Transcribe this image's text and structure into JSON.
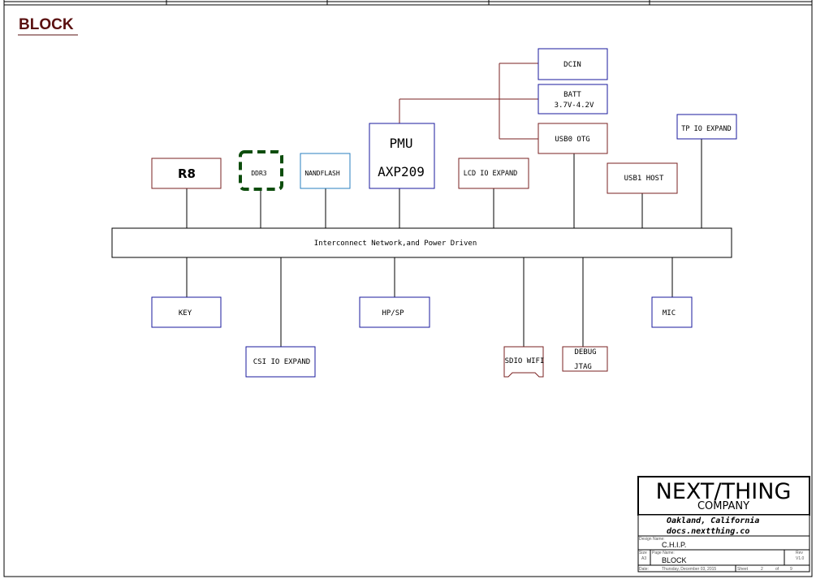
{
  "sheet": {
    "title": "BLOCK"
  },
  "blocks": {
    "r8": "R8",
    "ddr3": "DDR3",
    "nandflash": "NANDFLASH",
    "pmu_line1": "PMU",
    "pmu_line2": "AXP209",
    "lcd_io_expand": "LCD IO EXPAND",
    "dcin": "DCIN",
    "batt_line1": "BATT",
    "batt_line2": "3.7V-4.2V",
    "usb0_otg": "USB0 OTG",
    "usb1_host": "USB1 HOST",
    "tp_io_expand": "TP IO EXPAND",
    "interconnect": "Interconnect Network,and Power Driven",
    "key": "KEY",
    "hp_sp": "HP/SP",
    "mic": "MIC",
    "csi_io_expand": "CSI IO EXPAND",
    "sdio_wifi": "SDIO WIFI",
    "debug_line1": "DEBUG",
    "debug_line2": "JTAG"
  },
  "title_block": {
    "logo_line1": "NEXT/THING",
    "logo_line2": "COMPANY",
    "location": "Oakland, California",
    "website": "docs.nextthing.co",
    "design_name_label": "Design Name:",
    "design_name": "C.H.I.P.",
    "size_label": "Size",
    "size": "A3",
    "page_name_label": "Page Name:",
    "page_name": "BLOCK",
    "rev_label": "Rev",
    "rev": "V1.0",
    "date_label": "Date:",
    "date": "Thursday, December 03, 2015",
    "sheet_label": "Sheet",
    "sheet_num": "2",
    "of_label": "of",
    "sheet_total": "9"
  },
  "colors": {
    "blue_box": "#1a1a9e",
    "brown_box": "#7a2020",
    "ddr3_dash": "#0d4d0d",
    "nand_box": "#2a7fbf",
    "title": "#5a1010"
  }
}
